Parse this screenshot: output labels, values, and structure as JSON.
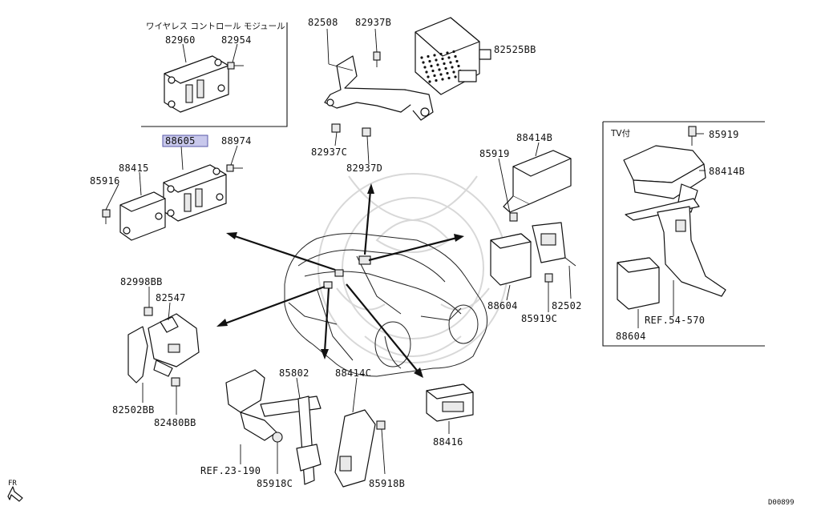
{
  "diagram": {
    "labels": {
      "jp_wireless": "ワイヤレス コントロール モジュール",
      "p82960": "82960",
      "p82954": "82954",
      "p88605": "88605",
      "p88974": "88974",
      "p88415": "88415",
      "p85916": "85916",
      "p82508": "82508",
      "p82937B": "82937B",
      "p82525BB": "82525BB",
      "p82937C": "82937C",
      "p82937D": "82937D",
      "p88414B": "88414B",
      "p85919": "85919",
      "p88604": "88604",
      "p82502": "82502",
      "p85919C": "85919C",
      "tv_option": "TV付",
      "tv_85919": "85919",
      "tv_88414B": "88414B",
      "tv_ref": "REF.54-570",
      "tv_88604": "88604",
      "p82998BB": "82998BB",
      "p82547": "82547",
      "p82502BB": "82502BB",
      "p82480BB": "82480BB",
      "p85802": "85802",
      "p88414C": "88414C",
      "ref23": "REF.23-190",
      "p85918C": "85918C",
      "p85918B": "85918B",
      "p88416": "88416",
      "fr": "FR",
      "code": "D00899"
    },
    "highlight_color": "#c8c8ec",
    "icons": [
      "front-direction-arrow-icon",
      "watermark-emblem-icon"
    ]
  }
}
